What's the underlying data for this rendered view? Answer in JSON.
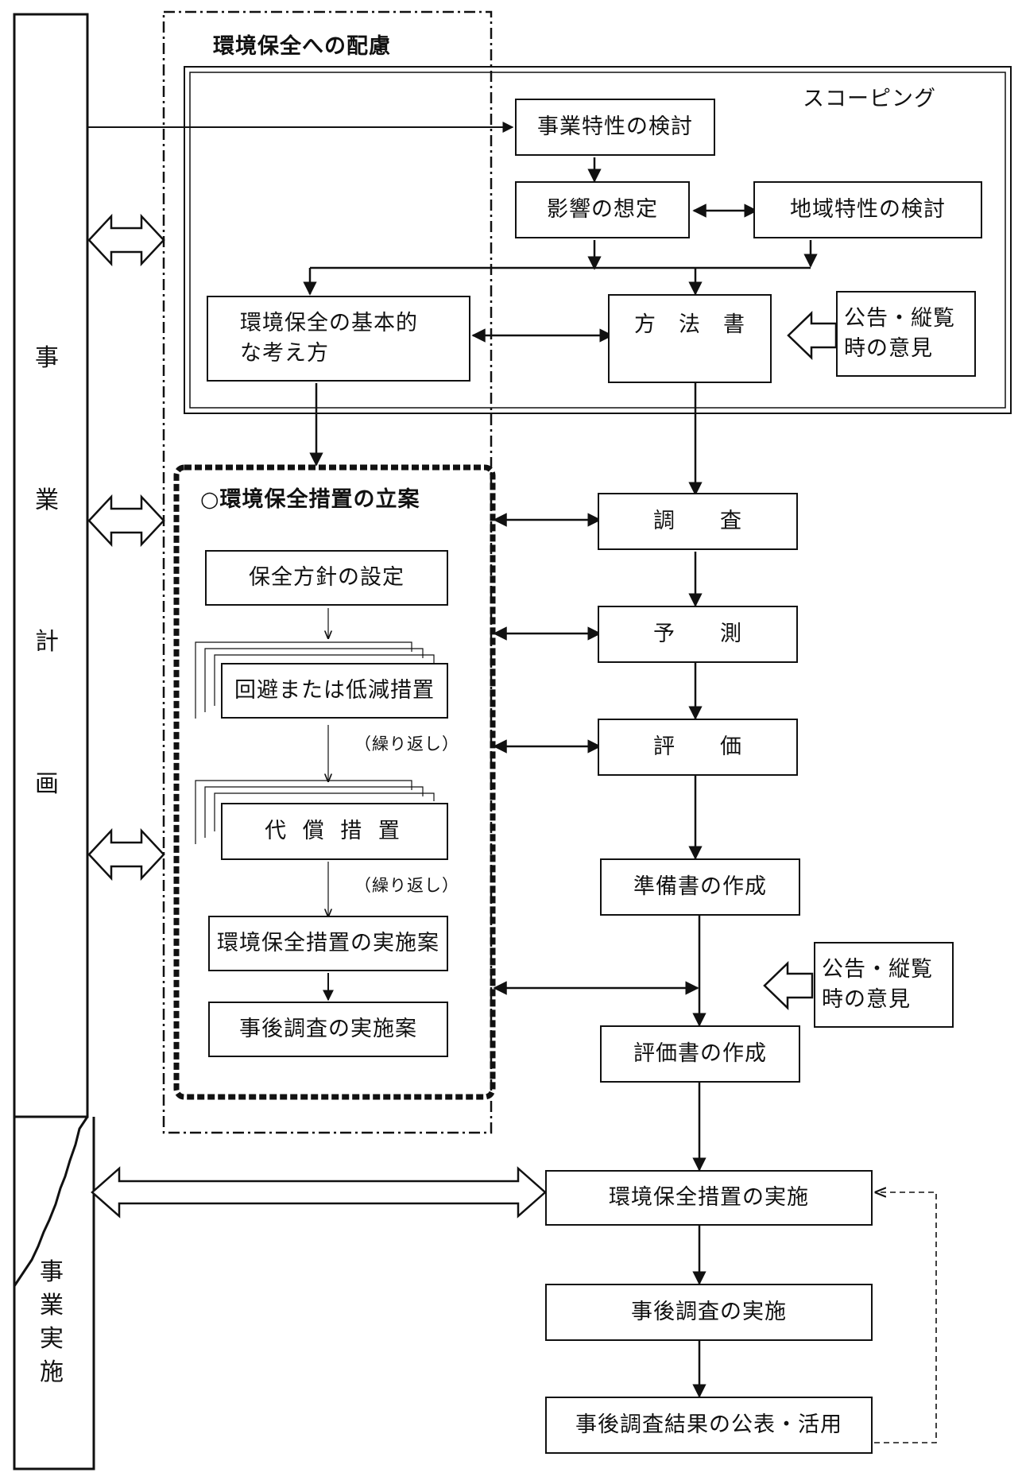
{
  "title": "環境保全への配慮",
  "scoping_label": "スコーピング",
  "left_bar": {
    "plan": [
      "事",
      "業",
      "計",
      "画"
    ],
    "implementation": [
      "事",
      "業",
      "実",
      "施"
    ]
  },
  "scoping": {
    "business": "事業特性の検討",
    "impact": "影響の想定",
    "regional": "地域特性の検討",
    "basic_line1": "環境保全の基本的",
    "basic_line2": "な考え方",
    "method": "方　法　書",
    "opinion_line1": "公告・縦覧",
    "opinion_line2": "時の意見"
  },
  "measures": {
    "heading": "○環境保全措置の立案",
    "policy": "保全方針の設定",
    "avoid": "回避または低減措置",
    "repeat1": "（繰り返し）",
    "compensation": "代 償 措 置",
    "repeat2": "（繰り返し）",
    "plan": "環境保全措置の実施案",
    "post_plan": "事後調査の実施案"
  },
  "flow": {
    "survey": "調　　査",
    "forecast": "予　　測",
    "evaluation": "評　　価",
    "draft": "準備書の作成",
    "opinion_line1": "公告・縦覧",
    "opinion_line2": "時の意見",
    "final": "評価書の作成",
    "implement": "環境保全措置の実施",
    "post_survey": "事後調査の実施",
    "publish": "事後調査結果の公表・活用"
  }
}
